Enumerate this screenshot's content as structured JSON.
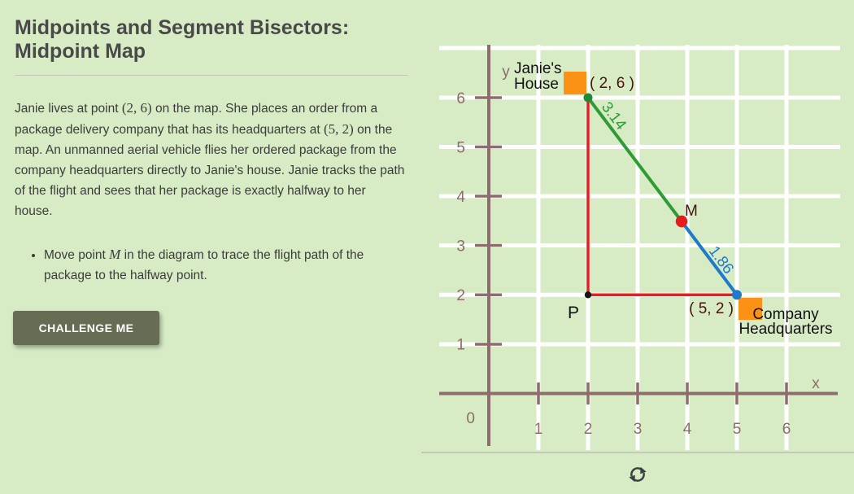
{
  "left_panel": {
    "title_line1": "Midpoints and Segment Bisectors:",
    "title_line2": "Midpoint Map",
    "paragraph": {
      "part1": "Janie lives at point ",
      "coord1": "(2, 6)",
      "part2": " on the map. She places an order from a package delivery company that has its headquarters at ",
      "coord2": "(5, 2)",
      "part3": " on the map. An unmanned aerial vehicle flies her ordered package from the company headquarters directly to Janie's house. Janie tracks the path of the flight and sees that her package is exactly halfway to her house."
    },
    "bullet": {
      "part1": "Move point ",
      "math_m": "M",
      "part2": " in the diagram to trace the flight path of the package to the halfway point."
    },
    "challenge_button_label": "CHALLENGE ME"
  },
  "graph": {
    "axis": {
      "x_label": "x",
      "y_label": "y",
      "origin_label": "0",
      "x_ticks": [
        "1",
        "2",
        "3",
        "4",
        "5",
        "6"
      ],
      "y_ticks": [
        "6",
        "5",
        "4",
        "3",
        "2",
        "1"
      ]
    },
    "house": {
      "label_line1": "Janie's",
      "label_line2": "House",
      "coord_label": "( 2, 6 )"
    },
    "headquarters": {
      "label_line1": "Company",
      "label_line2": "Headquarters",
      "coord_label": "( 5, 2 )"
    },
    "midpoint_label": "M",
    "foot_point_label": "P",
    "segment_house_to_m_length": "3.14",
    "segment_m_to_hq_length": "1.86",
    "colors": {
      "background": "#d7ecc5",
      "grid": "#ffffff",
      "axis": "#8d6c6c",
      "red_path": "#ee1b1b",
      "green_segment": "#2e9b35",
      "blue_segment": "#1f7ac9",
      "orange_building": "#fb9216",
      "coord_text": "#4a1111",
      "button": "#676d55"
    }
  }
}
